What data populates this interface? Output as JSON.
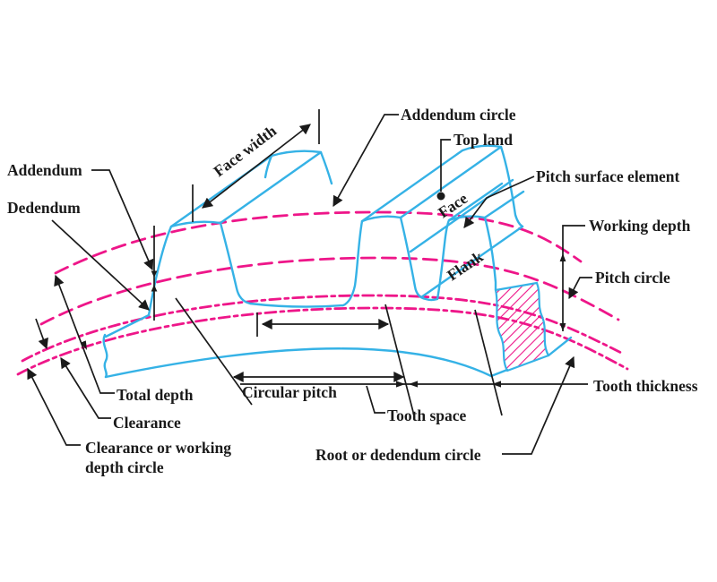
{
  "figure": {
    "title": "Gear tooth nomenclature diagram",
    "type": "engineering-line-diagram"
  },
  "colors": {
    "gear_outline": "#35b2e6",
    "reference_circles": "#ee1689",
    "ink": "#1a1a1a",
    "background": "#ffffff"
  },
  "labels": {
    "addendum": "Addendum",
    "dedendum": "Dedendum",
    "face_width": "Face width",
    "addendum_circle": "Addendum circle",
    "top_land": "Top land",
    "pitch_surface_element": "Pitch surface element",
    "working_depth": "Working depth",
    "pitch_circle": "Pitch circle",
    "face": "Face",
    "flank": "Flank",
    "total_depth": "Total depth",
    "circular_pitch": "Circular pitch",
    "tooth_space": "Tooth space",
    "tooth_thickness": "Tooth thickness",
    "clearance": "Clearance",
    "clearance_working_line1": "Clearance or working",
    "clearance_working_line2": "depth circle",
    "root_circle": "Root or dedendum circle"
  }
}
